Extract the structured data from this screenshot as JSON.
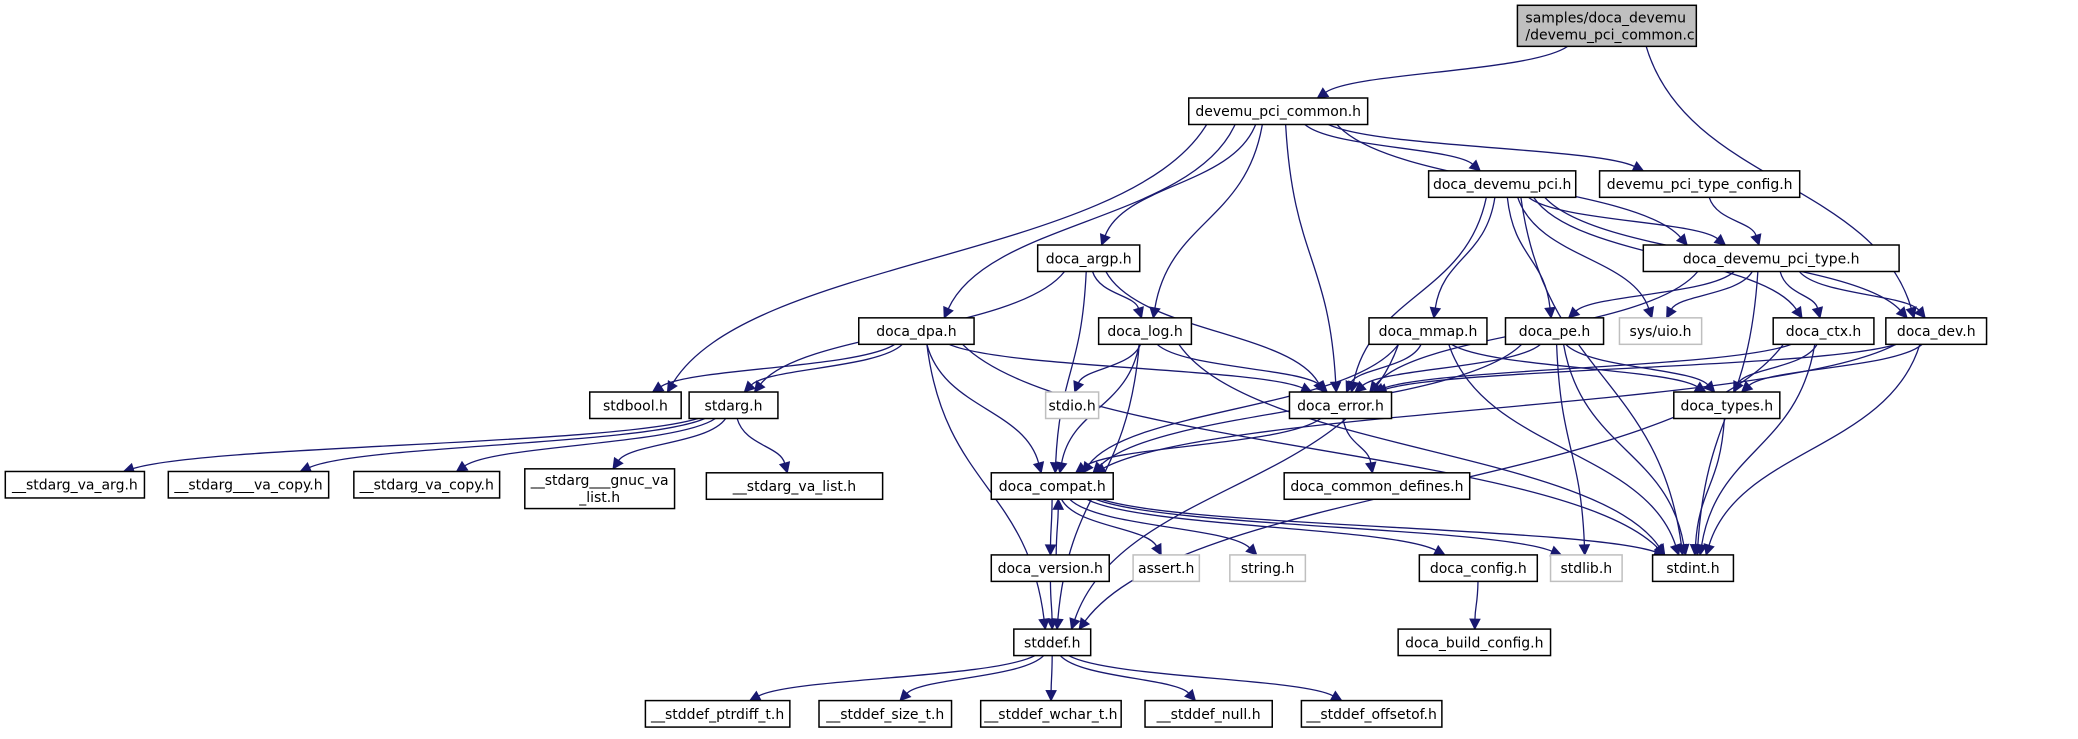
{
  "title": "Include dependency graph for samples/doca_devemu/devemu_pci_common.c",
  "colors": {
    "edge": "#191970",
    "root_fill": "#bfbfbf",
    "system_border": "#bfbfbf",
    "node_border": "#000000"
  },
  "nodes": [
    {
      "id": "root",
      "label": [
        "samples/doca_devemu",
        "/devemu_pci_common.c"
      ],
      "kind": "root"
    },
    {
      "id": "devemu_pci_common_h",
      "label": [
        "devemu_pci_common.h"
      ],
      "kind": "normal"
    },
    {
      "id": "doca_devemu_pci_h",
      "label": [
        "doca_devemu_pci.h"
      ],
      "kind": "normal"
    },
    {
      "id": "devemu_pci_type_config_h",
      "label": [
        "devemu_pci_type_config.h"
      ],
      "kind": "normal"
    },
    {
      "id": "doca_argp_h",
      "label": [
        "doca_argp.h"
      ],
      "kind": "normal"
    },
    {
      "id": "doca_devemu_pci_type_h",
      "label": [
        "doca_devemu_pci_type.h"
      ],
      "kind": "normal"
    },
    {
      "id": "doca_dpa_h",
      "label": [
        "doca_dpa.h"
      ],
      "kind": "normal"
    },
    {
      "id": "doca_log_h",
      "label": [
        "doca_log.h"
      ],
      "kind": "normal"
    },
    {
      "id": "doca_mmap_h",
      "label": [
        "doca_mmap.h"
      ],
      "kind": "normal"
    },
    {
      "id": "doca_pe_h",
      "label": [
        "doca_pe.h"
      ],
      "kind": "normal"
    },
    {
      "id": "sys_uio_h",
      "label": [
        "sys/uio.h"
      ],
      "kind": "system"
    },
    {
      "id": "doca_ctx_h",
      "label": [
        "doca_ctx.h"
      ],
      "kind": "normal"
    },
    {
      "id": "doca_dev_h",
      "label": [
        "doca_dev.h"
      ],
      "kind": "normal"
    },
    {
      "id": "stdbool_h",
      "label": [
        "stdbool.h"
      ],
      "kind": "normal"
    },
    {
      "id": "stdarg_h",
      "label": [
        "stdarg.h"
      ],
      "kind": "normal"
    },
    {
      "id": "stdio_h",
      "label": [
        "stdio.h"
      ],
      "kind": "system"
    },
    {
      "id": "doca_error_h",
      "label": [
        "doca_error.h"
      ],
      "kind": "normal"
    },
    {
      "id": "doca_types_h",
      "label": [
        "doca_types.h"
      ],
      "kind": "normal"
    },
    {
      "id": "stdarg_va_arg_h",
      "label": [
        "__stdarg_va_arg.h"
      ],
      "kind": "normal"
    },
    {
      "id": "stdarg___va_copy_h",
      "label": [
        "__stdarg___va_copy.h"
      ],
      "kind": "normal"
    },
    {
      "id": "stdarg_va_copy_h",
      "label": [
        "__stdarg_va_copy.h"
      ],
      "kind": "normal"
    },
    {
      "id": "stdarg___gnuc_va_list_h",
      "label": [
        "__stdarg___gnuc_va",
        "_list.h"
      ],
      "kind": "normal"
    },
    {
      "id": "stdarg_va_list_h",
      "label": [
        "__stdarg_va_list.h"
      ],
      "kind": "normal"
    },
    {
      "id": "doca_compat_h",
      "label": [
        "doca_compat.h"
      ],
      "kind": "normal"
    },
    {
      "id": "doca_common_defines_h",
      "label": [
        "doca_common_defines.h"
      ],
      "kind": "normal"
    },
    {
      "id": "doca_version_h",
      "label": [
        "doca_version.h"
      ],
      "kind": "normal"
    },
    {
      "id": "assert_h",
      "label": [
        "assert.h"
      ],
      "kind": "system"
    },
    {
      "id": "string_h",
      "label": [
        "string.h"
      ],
      "kind": "system"
    },
    {
      "id": "doca_config_h",
      "label": [
        "doca_config.h"
      ],
      "kind": "normal"
    },
    {
      "id": "stdlib_h",
      "label": [
        "stdlib.h"
      ],
      "kind": "system"
    },
    {
      "id": "stdint_h",
      "label": [
        "stdint.h"
      ],
      "kind": "normal"
    },
    {
      "id": "stddef_h",
      "label": [
        "stddef.h"
      ],
      "kind": "normal"
    },
    {
      "id": "doca_build_config_h",
      "label": [
        "doca_build_config.h"
      ],
      "kind": "normal"
    },
    {
      "id": "stddef_ptrdiff_t_h",
      "label": [
        "__stddef_ptrdiff_t.h"
      ],
      "kind": "normal"
    },
    {
      "id": "stddef_size_t_h",
      "label": [
        "__stddef_size_t.h"
      ],
      "kind": "normal"
    },
    {
      "id": "stddef_wchar_t_h",
      "label": [
        "__stddef_wchar_t.h"
      ],
      "kind": "normal"
    },
    {
      "id": "stddef_null_h",
      "label": [
        "__stddef_null.h"
      ],
      "kind": "normal"
    },
    {
      "id": "stddef_offsetof_h",
      "label": [
        "__stddef_offsetof.h"
      ],
      "kind": "normal"
    }
  ],
  "edges": [
    [
      "root",
      "devemu_pci_common_h"
    ],
    [
      "root",
      "doca_dev_h"
    ],
    [
      "devemu_pci_common_h",
      "stdbool_h"
    ],
    [
      "devemu_pci_common_h",
      "doca_argp_h"
    ],
    [
      "devemu_pci_common_h",
      "doca_dpa_h"
    ],
    [
      "devemu_pci_common_h",
      "doca_log_h"
    ],
    [
      "devemu_pci_common_h",
      "doca_error_h"
    ],
    [
      "devemu_pci_common_h",
      "doca_devemu_pci_h"
    ],
    [
      "devemu_pci_common_h",
      "devemu_pci_type_config_h"
    ],
    [
      "devemu_pci_common_h",
      "doca_devemu_pci_type_h"
    ],
    [
      "doca_devemu_pci_h",
      "doca_error_h"
    ],
    [
      "doca_devemu_pci_h",
      "doca_mmap_h"
    ],
    [
      "doca_devemu_pci_h",
      "doca_pe_h"
    ],
    [
      "doca_devemu_pci_h",
      "sys_uio_h"
    ],
    [
      "doca_devemu_pci_h",
      "doca_ctx_h"
    ],
    [
      "doca_devemu_pci_h",
      "doca_devemu_pci_type_h"
    ],
    [
      "doca_devemu_pci_h",
      "doca_dev_h"
    ],
    [
      "doca_devemu_pci_h",
      "stdint_h"
    ],
    [
      "devemu_pci_type_config_h",
      "doca_devemu_pci_type_h"
    ],
    [
      "doca_devemu_pci_type_h",
      "doca_pe_h"
    ],
    [
      "doca_devemu_pci_type_h",
      "sys_uio_h"
    ],
    [
      "doca_devemu_pci_type_h",
      "doca_error_h"
    ],
    [
      "doca_devemu_pci_type_h",
      "doca_ctx_h"
    ],
    [
      "doca_devemu_pci_type_h",
      "doca_dev_h"
    ],
    [
      "doca_devemu_pci_type_h",
      "stdint_h"
    ],
    [
      "doca_argp_h",
      "stdarg_h"
    ],
    [
      "doca_argp_h",
      "doca_compat_h"
    ],
    [
      "doca_argp_h",
      "doca_log_h"
    ],
    [
      "doca_argp_h",
      "doca_error_h"
    ],
    [
      "doca_dpa_h",
      "stdbool_h"
    ],
    [
      "doca_dpa_h",
      "stdarg_h"
    ],
    [
      "doca_dpa_h",
      "doca_error_h"
    ],
    [
      "doca_dpa_h",
      "doca_compat_h"
    ],
    [
      "doca_dpa_h",
      "stddef_h"
    ],
    [
      "doca_dpa_h",
      "stdint_h"
    ],
    [
      "doca_log_h",
      "stdio_h"
    ],
    [
      "doca_log_h",
      "doca_error_h"
    ],
    [
      "doca_log_h",
      "doca_compat_h"
    ],
    [
      "doca_log_h",
      "stddef_h"
    ],
    [
      "doca_log_h",
      "stdint_h"
    ],
    [
      "doca_mmap_h",
      "doca_error_h"
    ],
    [
      "doca_mmap_h",
      "doca_compat_h"
    ],
    [
      "doca_mmap_h",
      "doca_types_h"
    ],
    [
      "doca_mmap_h",
      "stddef_h"
    ],
    [
      "doca_mmap_h",
      "stdint_h"
    ],
    [
      "doca_pe_h",
      "doca_error_h"
    ],
    [
      "doca_pe_h",
      "doca_compat_h"
    ],
    [
      "doca_pe_h",
      "doca_types_h"
    ],
    [
      "doca_pe_h",
      "stdlib_h"
    ],
    [
      "doca_pe_h",
      "stdint_h"
    ],
    [
      "doca_ctx_h",
      "doca_error_h"
    ],
    [
      "doca_ctx_h",
      "doca_types_h"
    ],
    [
      "doca_ctx_h",
      "stdint_h"
    ],
    [
      "doca_ctx_h",
      "stddef_h"
    ],
    [
      "doca_dev_h",
      "doca_error_h"
    ],
    [
      "doca_dev_h",
      "doca_types_h"
    ],
    [
      "doca_dev_h",
      "doca_compat_h"
    ],
    [
      "doca_dev_h",
      "stdint_h"
    ],
    [
      "stdarg_h",
      "stdarg_va_arg_h"
    ],
    [
      "stdarg_h",
      "stdarg___va_copy_h"
    ],
    [
      "stdarg_h",
      "stdarg_va_copy_h"
    ],
    [
      "stdarg_h",
      "stdarg___gnuc_va_list_h"
    ],
    [
      "stdarg_h",
      "stdarg_va_list_h"
    ],
    [
      "doca_error_h",
      "doca_compat_h"
    ],
    [
      "doca_error_h",
      "doca_common_defines_h"
    ],
    [
      "doca_types_h",
      "stdint_h"
    ],
    [
      "doca_compat_h",
      "doca_version_h"
    ],
    [
      "doca_compat_h",
      "assert_h"
    ],
    [
      "doca_compat_h",
      "string_h"
    ],
    [
      "doca_compat_h",
      "doca_config_h"
    ],
    [
      "doca_compat_h",
      "stdlib_h"
    ],
    [
      "doca_compat_h",
      "stdint_h"
    ],
    [
      "doca_version_h",
      "doca_compat_h"
    ],
    [
      "doca_version_h",
      "stddef_h"
    ],
    [
      "doca_config_h",
      "doca_build_config_h"
    ],
    [
      "stddef_h",
      "stddef_ptrdiff_t_h"
    ],
    [
      "stddef_h",
      "stddef_size_t_h"
    ],
    [
      "stddef_h",
      "stddef_wchar_t_h"
    ],
    [
      "stddef_h",
      "stddef_null_h"
    ],
    [
      "stddef_h",
      "stddef_offsetof_h"
    ]
  ]
}
